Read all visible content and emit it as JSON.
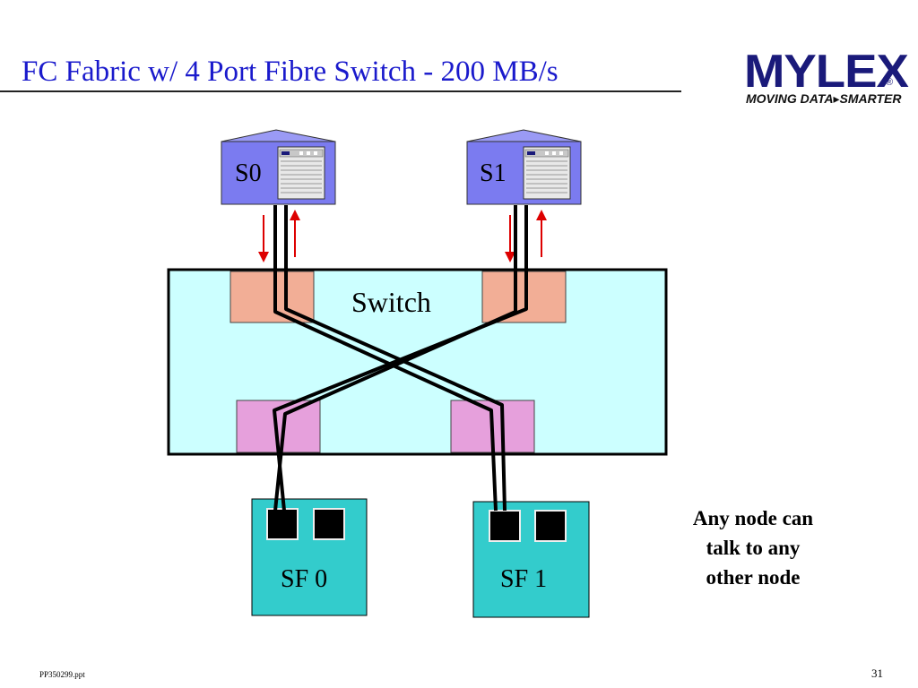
{
  "title": "FC Fabric w/ 4 Port Fibre Switch - 200 MB/s",
  "logo": {
    "word": "MYLEX",
    "registered": "®",
    "tagline": "MOVING DATA▸SMARTER"
  },
  "servers": [
    {
      "label": "S0"
    },
    {
      "label": "S1"
    }
  ],
  "switch": {
    "label": "Switch"
  },
  "storage": [
    {
      "label": "SF 0"
    },
    {
      "label": "SF 1"
    }
  ],
  "note": {
    "line1": "Any node can",
    "line2": "talk to any",
    "line3": "other node"
  },
  "footer": {
    "filename": "PP350299.ppt",
    "page": "31"
  },
  "colors": {
    "title": "#1a1acc",
    "server": "#7b7bf0",
    "switch_body": "#ccffff",
    "top_port": "#f2ae96",
    "bottom_port": "#e6a0dc",
    "storage": "#33cccc",
    "arrow": "#dd0000",
    "logo": "#1a1a7a"
  },
  "icons": [
    "server-icon",
    "arrow-down-icon",
    "arrow-up-icon",
    "drive-bay-icon"
  ]
}
